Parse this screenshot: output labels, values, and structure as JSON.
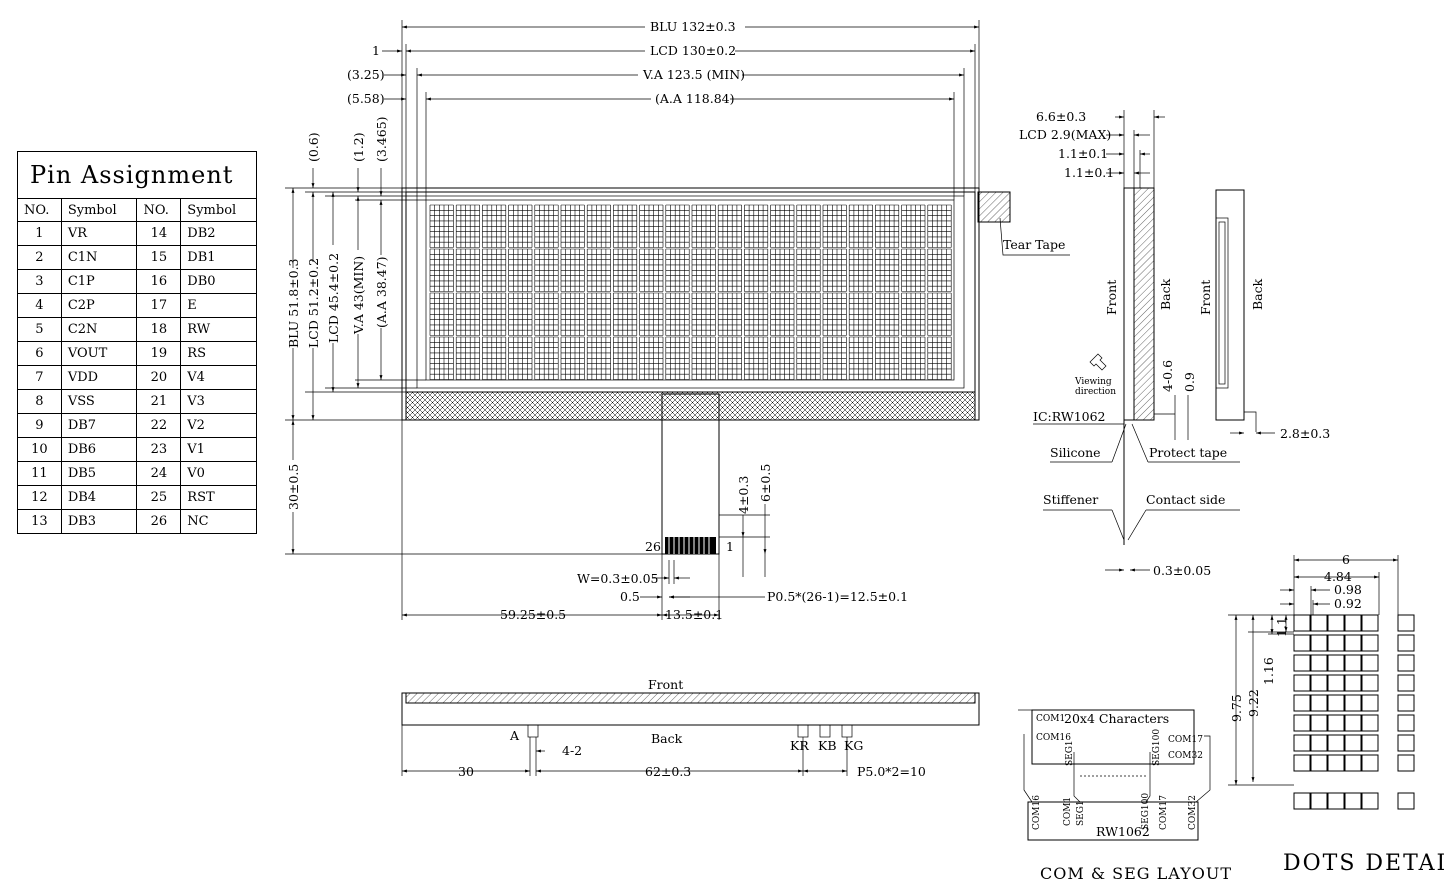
{
  "pin_table": {
    "title": "Pin Assignment",
    "headers": [
      "NO.",
      "Symbol",
      "NO.",
      "Symbol"
    ],
    "rows": [
      [
        "1",
        "VR",
        "14",
        "DB2"
      ],
      [
        "2",
        "C1N",
        "15",
        "DB1"
      ],
      [
        "3",
        "C1P",
        "16",
        "DB0"
      ],
      [
        "4",
        "C2P",
        "17",
        "E"
      ],
      [
        "5",
        "C2N",
        "18",
        "RW"
      ],
      [
        "6",
        "VOUT",
        "19",
        "RS"
      ],
      [
        "7",
        "VDD",
        "20",
        "V4"
      ],
      [
        "8",
        "VSS",
        "21",
        "V3"
      ],
      [
        "9",
        "DB7",
        "22",
        "V2"
      ],
      [
        "10",
        "DB6",
        "23",
        "V1"
      ],
      [
        "11",
        "DB5",
        "24",
        "V0"
      ],
      [
        "12",
        "DB4",
        "25",
        "RST"
      ],
      [
        "13",
        "DB3",
        "26",
        "NC"
      ]
    ]
  },
  "front_view": {
    "blu_width": "BLU 132±0.3",
    "lcd_width": "LCD 130±0.2",
    "va_width": "V.A 123.5 (MIN)",
    "aa_width": "(A.A 118.84)",
    "left_1": "1",
    "left_325": "(3.25)",
    "left_558": "(5.58)",
    "top_06": "(0.6)",
    "top_12": "(1.2)",
    "top_3465": "(3.465)",
    "blu_height": "BLU 51.8±0.3",
    "lcd_height": "LCD 51.2±0.2",
    "lcd_height2": "LCD 45.4±0.2",
    "va_height": "V.A 43(MIN)",
    "aa_height": "(A.A 38.47)",
    "tear_tape": "Tear Tape",
    "fpc_length": "30±0.5",
    "pin_26": "26",
    "pin_1": "1",
    "dim_4": "4±0.3",
    "dim_6": "6±0.5",
    "w_label": "W=0.3±0.05",
    "dim_05": "0.5",
    "pitch": "P0.5*(26-1)=12.5±0.1",
    "offset": "59.25±0.5",
    "fpc_width": "13.5±0.1"
  },
  "side_view": {
    "thk_total": "6.6±0.3",
    "thk_lcd": "LCD 2.9(MAX)",
    "thk_a": "1.1±0.1",
    "thk_b": "1.1±0.1",
    "front": "Front",
    "back": "Back",
    "viewing": "Viewing",
    "direction": "direction",
    "ic": "IC:RW1062",
    "silicone": "Silicone",
    "protect_tape": "Protect tape",
    "dim_4_06": "4-0.6",
    "dim_09": "0.9",
    "stiffener": "Stiffener",
    "contact_side": "Contact side",
    "dim_03": "0.3±0.05",
    "front2": "Front",
    "back2": "Back",
    "dim_28": "2.8±0.3"
  },
  "bottom_view": {
    "front": "Front",
    "back": "Back",
    "a_label": "A",
    "dim_4_2": "4-2",
    "kr": "KR",
    "kb": "KB",
    "kg": "KG",
    "dim_30": "30",
    "dim_62": "62±0.3",
    "pitch": "P5.0*2=10"
  },
  "layout": {
    "title": "COM & SEG LAYOUT",
    "chars": "20x4 Characters",
    "com1": "COM1",
    "com16": "COM16",
    "com17": "COM17",
    "com32": "COM32",
    "seg1": "SEG1",
    "seg100": "SEG100",
    "chip": "RW1062"
  },
  "dots": {
    "title": "DOTS DETAIL",
    "d6": "6",
    "d484": "4.84",
    "d098": "0.98",
    "d092": "0.92",
    "d975": "9.75",
    "d922": "9.22",
    "d116": "1.16",
    "d11": "1.1"
  }
}
